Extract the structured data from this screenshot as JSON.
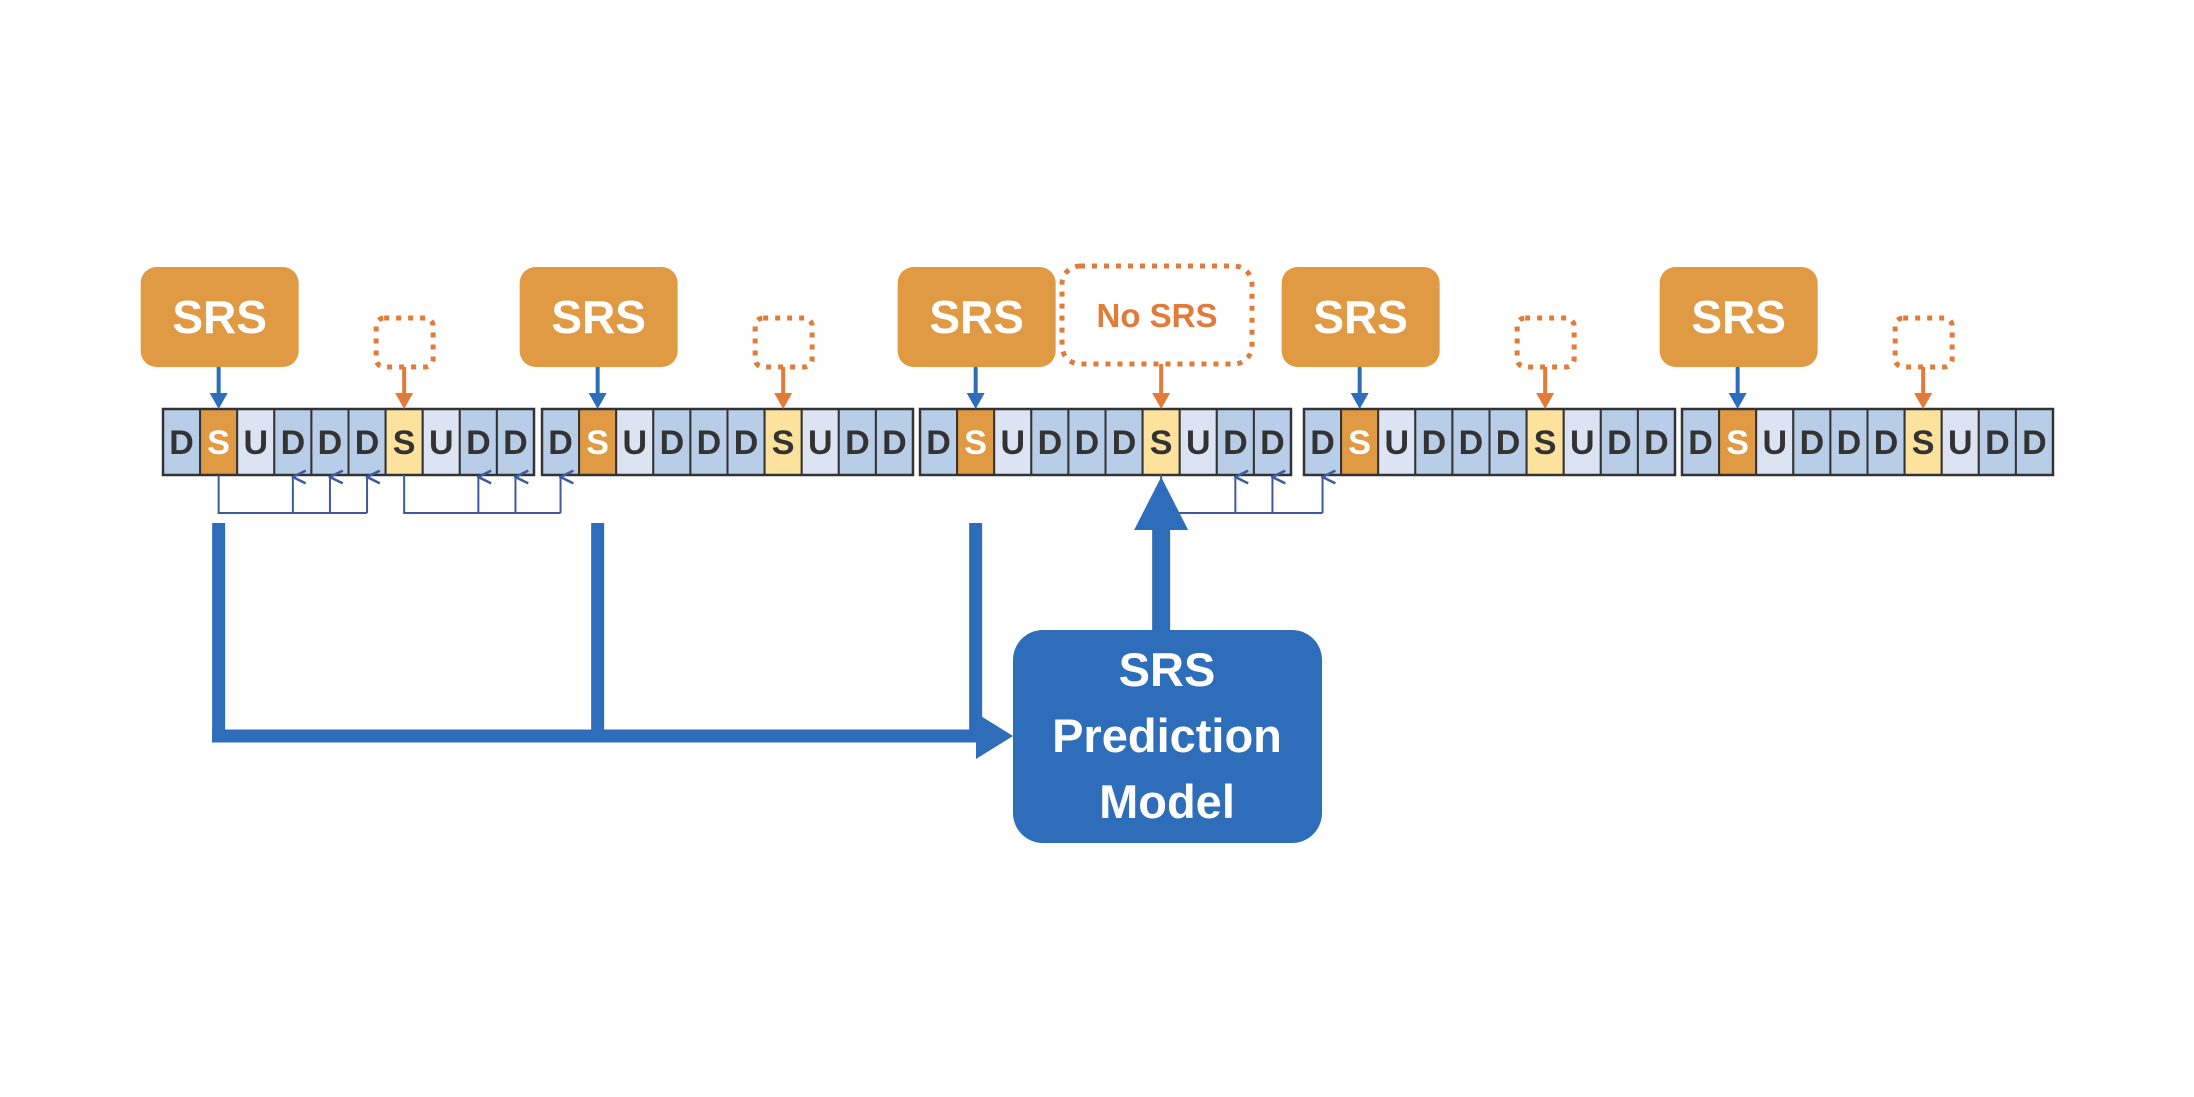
{
  "diagram": {
    "title": "SRS prediction across TDD frames",
    "colors": {
      "srs_box": "#E09A44",
      "srs_cell": "#E09A44",
      "predicted_s_cell": "#FDE29D",
      "downlink_cell": "#B7CDE8",
      "uplink_cell": "#DCE3F2",
      "cell_border": "#333333",
      "blue_accent": "#2E6DBA",
      "connector_blue": "#3F5A9E",
      "dotted_orange": "#E07B39"
    },
    "frame_pattern": [
      "D",
      "S",
      "U",
      "D",
      "D",
      "D",
      "S",
      "U",
      "D",
      "D"
    ],
    "frames": [
      {
        "id": 1,
        "first_s": "srs",
        "second_s": "empty-dotted",
        "feeds_model": true
      },
      {
        "id": 2,
        "first_s": "srs",
        "second_s": "empty-dotted",
        "feeds_model": true
      },
      {
        "id": 3,
        "first_s": "srs",
        "second_s": "no-srs-predicted",
        "feeds_model": true
      },
      {
        "id": 4,
        "first_s": "srs",
        "second_s": "empty-dotted",
        "feeds_model": false
      },
      {
        "id": 5,
        "first_s": "srs",
        "second_s": "empty-dotted",
        "feeds_model": false
      }
    ],
    "srs_label": "SRS",
    "no_srs_label": "No SRS",
    "model": {
      "line1": "SRS",
      "line2": "Prediction",
      "line3": "Model"
    }
  }
}
